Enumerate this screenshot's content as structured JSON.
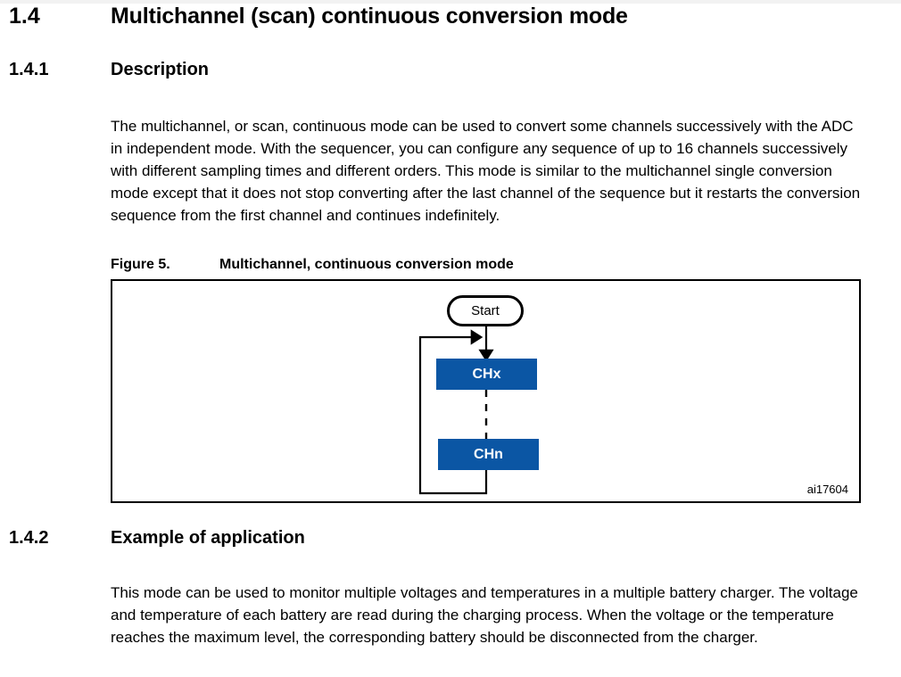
{
  "document": {
    "sections": [
      {
        "number": "1.4",
        "title": "Multichannel (scan) continuous conversion mode",
        "level": 2
      },
      {
        "number": "1.4.1",
        "title": "Description",
        "level": 3
      },
      {
        "number": "1.4.2",
        "title": "Example of application",
        "level": 3
      }
    ],
    "paragraphs": {
      "description": "The multichannel, or scan, continuous mode can be used to convert some channels successively with the ADC in independent mode. With the sequencer, you can configure any sequence of up to 16 channels successively with different sampling times and different orders. This mode is similar to the multichannel single conversion mode except that it does not stop converting after the last channel of the sequence but it restarts the conversion sequence from the first channel and continues indefinitely.",
      "example": "This mode can be used to monitor multiple voltages and temperatures in a multiple battery charger. The voltage and temperature of each battery are read during the charging process. When the voltage or the temperature reaches the maximum level, the corresponding battery should be disconnected from the charger."
    },
    "figure": {
      "label": "Figure 5.",
      "caption": "Multichannel, continuous conversion mode",
      "id": "ai17604",
      "nodes": [
        {
          "name": "start",
          "label": "Start",
          "shape": "stadium"
        },
        {
          "name": "chx",
          "label": "CHx",
          "shape": "rect"
        },
        {
          "name": "chn",
          "label": "CHn",
          "shape": "rect"
        }
      ],
      "connectors": [
        {
          "name": "start-to-chx",
          "style": "solid",
          "arrow": true
        },
        {
          "name": "chx-to-chn",
          "style": "dashed",
          "arrow": false
        },
        {
          "name": "chn-loopback-to-chx",
          "style": "solid",
          "arrow": true
        }
      ],
      "colors": {
        "node_fill": "#0b56a4",
        "node_text": "#ffffff",
        "line": "#000000",
        "frame": "#000000"
      }
    }
  }
}
